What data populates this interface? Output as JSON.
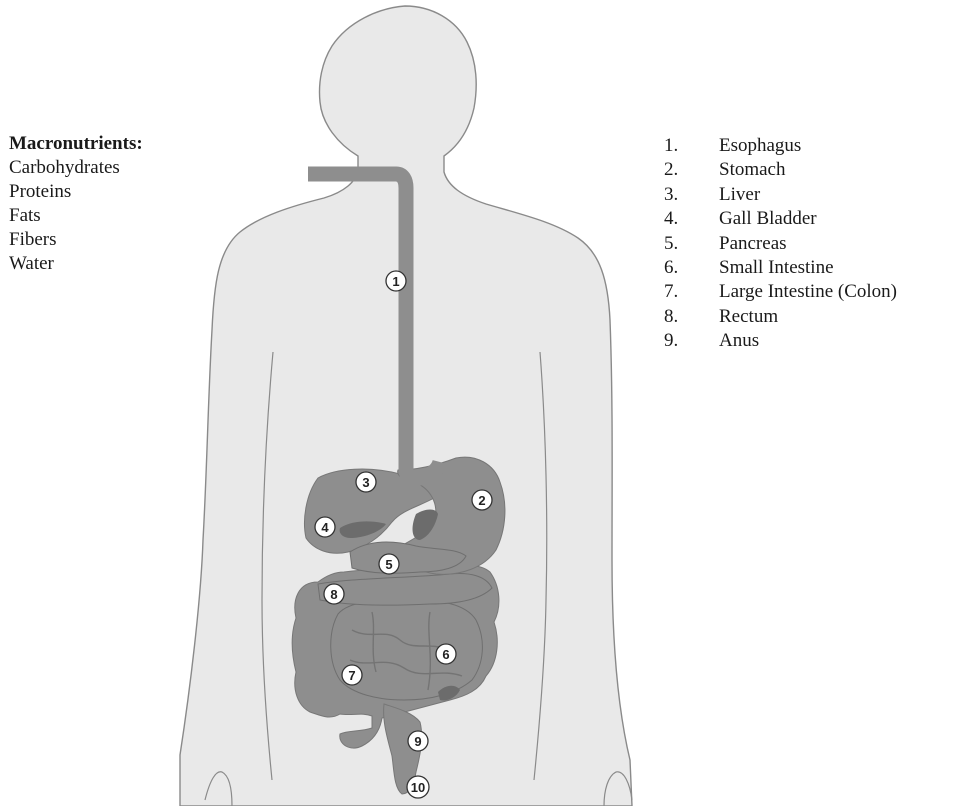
{
  "macronutrients": {
    "title": "Macronutrients:",
    "items": [
      "Carbohydrates",
      "Proteins",
      "Fats",
      "Fibers",
      "Water"
    ]
  },
  "organ_legend": [
    {
      "num": "1.",
      "name": "Esophagus"
    },
    {
      "num": "2.",
      "name": "Stomach"
    },
    {
      "num": "3.",
      "name": "Liver"
    },
    {
      "num": "4.",
      "name": "Gall Bladder"
    },
    {
      "num": "5.",
      "name": "Pancreas"
    },
    {
      "num": "6.",
      "name": "Small Intestine"
    },
    {
      "num": "7.",
      "name": "Large Intestine (Colon)"
    },
    {
      "num": "8.",
      "name": "Rectum"
    },
    {
      "num": "9.",
      "name": "Anus"
    }
  ],
  "markers": [
    "1",
    "2",
    "3",
    "4",
    "5",
    "6",
    "7",
    "8",
    "9",
    "10"
  ],
  "colors": {
    "body_fill": "#e9e9e9",
    "body_outline": "#8a8a8a",
    "organ": "#8e8e8e",
    "organ_dark": "#6c6c6c",
    "marker_fill": "#ffffff"
  }
}
